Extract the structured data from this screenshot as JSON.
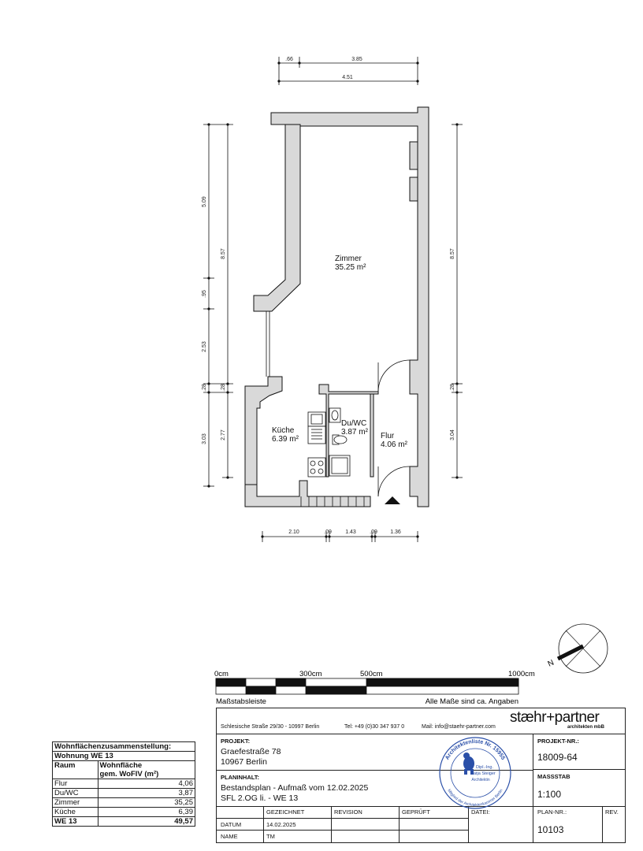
{
  "plan": {
    "dims_top": [
      ".66",
      "3.85",
      "4.51"
    ],
    "dims_left_outer": [
      "5.09",
      ".95",
      "2.53",
      ".28",
      "3.03"
    ],
    "dims_left_inner": [
      "8.57",
      ".28",
      "2.77"
    ],
    "dims_right": [
      "8.57",
      ".28",
      "3.04"
    ],
    "dims_bottom": [
      "2.10",
      ".09",
      "1.43",
      ".09",
      "1.36"
    ],
    "rooms": [
      {
        "name": "Zimmer",
        "area": "35.25 m²"
      },
      {
        "name": "Küche",
        "area": "6.39 m²"
      },
      {
        "name": "Du/WC",
        "area": "3.87 m²"
      },
      {
        "name": "Flur",
        "area": "4.06 m²"
      }
    ]
  },
  "scale_bar": {
    "ticks": [
      "0cm",
      "300cm",
      "500cm",
      "1000cm"
    ],
    "label": "Maßstabsleiste",
    "note": "Alle Maße sind ca. Angaben"
  },
  "title_block": {
    "address_line": "Schlesische Straße 29/30 - 10997 Berlin",
    "tel": "Tel: +49 (0)30 347 937 0",
    "mail": "Mail: info@staehr-partner.com",
    "logo_main": "stæhr+partner",
    "logo_sub": "architekten mbB",
    "projekt_label": "PROJEKT:",
    "projekt_line1": "Graefestraße 78",
    "projekt_line2": "10967 Berlin",
    "projekt_nr_label": "PROJEKT-NR.:",
    "projekt_nr": "18009-64",
    "planinhalt_label": "PLANINHALT:",
    "planinhalt_line1": "Bestandsplan - Aufmaß vom 12.02.2025",
    "planinhalt_line2": "SFL 2.OG li. - WE 13",
    "massstab_label": "MASSSTAB",
    "massstab": "1:100",
    "gezeichnet_label": "GEZEICHNET",
    "revision_label": "REVISION",
    "geprueft_label": "GEPRÜFT",
    "datei_label": "DATEI:",
    "plan_nr_label": "PLAN-NR.:",
    "rev_label": "REV.",
    "datum_label": "DATUM",
    "datum": "14.02.2025",
    "name_label": "NAME",
    "name": "TM",
    "plan_nr": "10103",
    "stamp_outer_top": "Architektenliste Nr. 15955",
    "stamp_outer_bottom": "Mitglied der Architektenkammer Berlin",
    "stamp_inner1": "Dipl.-Ing.",
    "stamp_inner2": "Katja Steiger",
    "stamp_inner3": "Architektin"
  },
  "area_table": {
    "title": "Wohnflächenzusammenstellung:",
    "unit": "Wohnung WE 13",
    "col1": "Raum",
    "col2_line1": "Wohnfläche",
    "col2_line2": "gem. WoFlV (m²)",
    "rows": [
      {
        "room": "Flur",
        "area": "4,06"
      },
      {
        "room": "Du/WC",
        "area": "3,87"
      },
      {
        "room": "Zimmer",
        "area": "35,25"
      },
      {
        "room": "Küche",
        "area": "6,39"
      }
    ],
    "total_label": "WE 13",
    "total": "49,57"
  },
  "north_label": "N",
  "colors": {
    "wall": "#d9d9d9",
    "line": "#111111",
    "stamp": "#2a4fa8"
  }
}
